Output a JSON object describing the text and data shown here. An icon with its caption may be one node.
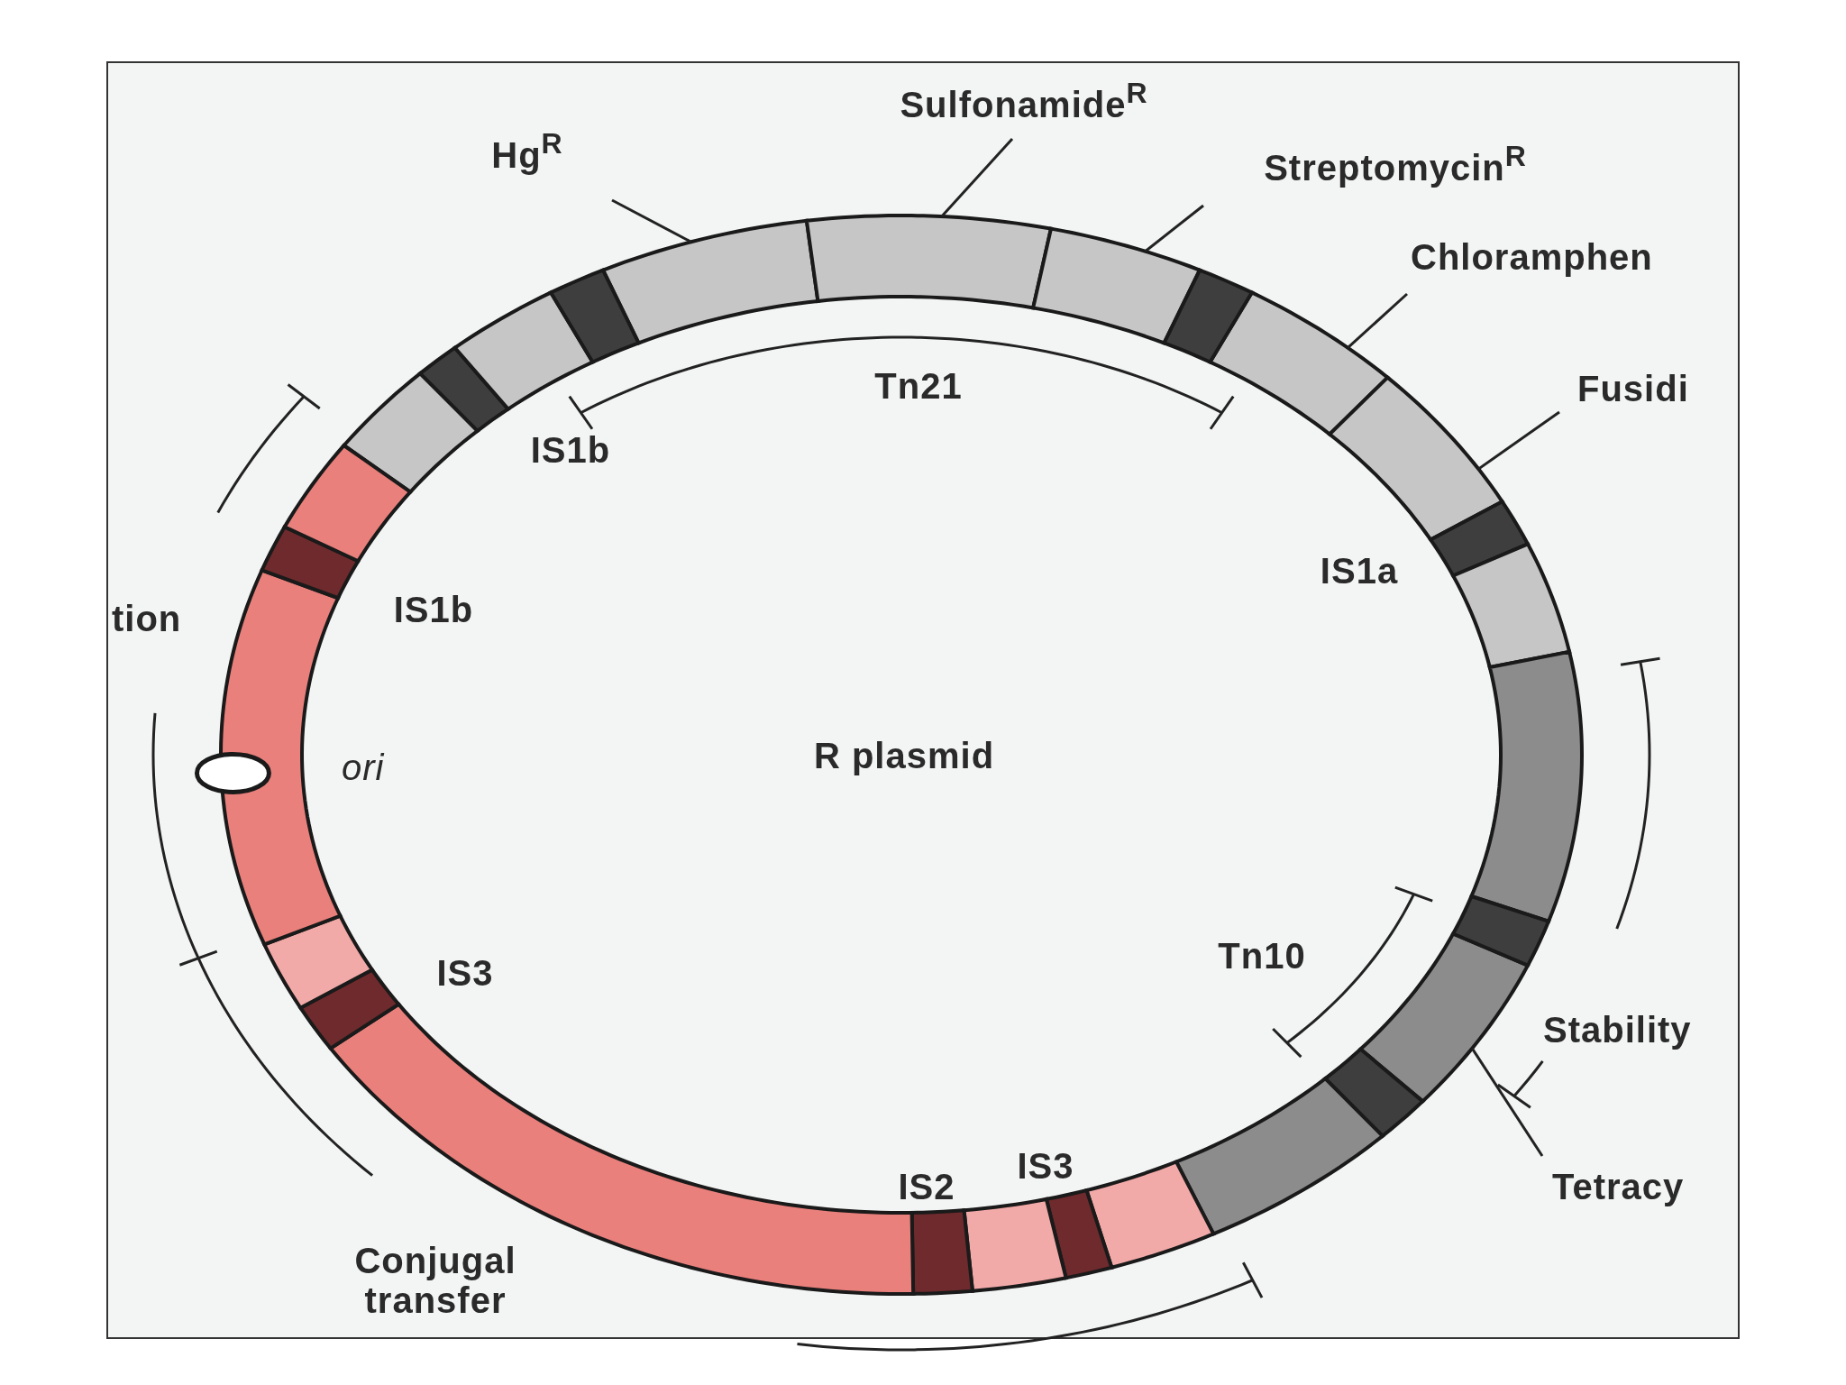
{
  "diagram": {
    "nodes": [
      {
        "text": [
          "Hg$^{R}$"
        ]
      },
      {
        "text": [],
        "shape": "arc"
      },
      {
        "text": [
          "Sulfonamide$^{R}$"
        ]
      },
      {
        "text": [],
        "shape": "arc"
      },
      {
        "text": [
          "Streptomycin$^{R}$"
        ]
      },
      {
        "text": [],
        "shape": "arc"
      },
      {
        "text": [
          "Chloramphen"
        ]
      },
      {
        "text": [],
        "shape": "arc"
      },
      {
        "text": [
          "Fusidi"
        ]
      },
      {
        "text": [],
        "shape": "arc"
      },
      {
        "text": [
          "Tetracy"
        ]
      },
      {
        "text": [],
        "shape": "arc"
      },
      {
        "text": [],
        "shape": "arc"
      },
      {
        "text": [],
        "shape": "arc"
      },
      {
        "text": [],
        "shape": "arc"
      },
      {
        "text": [],
        "shape": "arc"
      },
      {
        "text": [],
        "shape": "arc"
      },
      {
        "text": [],
        "shape": "arc"
      },
      {
        "text": [],
        "shape": "arc"
      },
      {
        "text": [],
        "shape": "arc"
      },
      {
        "text": [],
        "shape": "arc"
      },
      {
        "text": [],
        "shape": "arc"
      },
      {
        "text": [],
        "shape": "arc"
      },
      {
        "text": [],
        "shape": "arc"
      },
      {
        "text": [],
        "shape": "arc"
      },
      {
        "text": [],
        "shape": "arc"
      },
      {
        "text": [],
        "shape": "arc"
      },
      {
        "text": [],
        "shape": "arc"
      },
      {
        "text": [],
        "shape": "arc"
      },
      {
        "text": [],
        "shape": "arc"
      },
      {
        "text": [],
        "shape": "arc"
      },
      {
        "text": [],
        "shape": "arc"
      },
      {
        "text": [],
        "shape": "arc"
      },
      {
        "text": [],
        "shape": "ellipse"
      }
    ],
    "edges": [
      {
        "from": 0,
        "to": 1,
        "arrow": "none"
      },
      {
        "from": 2,
        "to": 3,
        "arrow": "none"
      },
      {
        "from": 4,
        "to": 5,
        "arrow": "none"
      },
      {
        "from": 6,
        "to": 7,
        "arrow": "none"
      },
      {
        "from": 8,
        "to": 9,
        "arrow": "none"
      },
      {
        "from": 10,
        "to": 11,
        "arrow": "none"
      }
    ],
    "labels": [
      "Tn21",
      "IS1b",
      "IS1a",
      "IS1b",
      "tion",
      "ori",
      "R plasmid",
      "Tn10",
      "IS3",
      "Stability",
      "IS3",
      "IS2",
      "Conjugal transfer"
    ]
  }
}
